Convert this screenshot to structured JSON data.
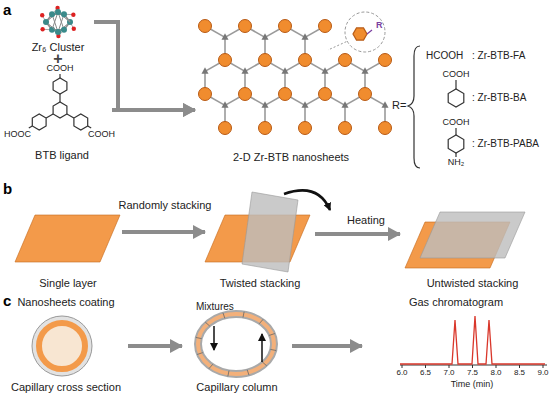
{
  "diagram": {
    "nodes": [
      {
        "text": [
          "Zr₆ Cluster"
        ]
      },
      {
        "text": [
          "BTB ligand"
        ]
      },
      {
        "text": [
          "2-D Zr-BTB nanosheets"
        ]
      },
      {
        "text": [
          "Single layer"
        ]
      },
      {
        "text": [
          "Twisted stacking"
        ]
      },
      {
        "text": [
          "Untwisted stacking"
        ]
      },
      {
        "text": [
          "Nanosheets coating",
          "Capillary cross section"
        ]
      },
      {
        "text": [
          "Capillary column"
        ]
      },
      {
        "text": [
          "Gas chromatogram"
        ]
      }
    ],
    "edges": [
      {
        "from": 0,
        "to": 2,
        "arrow": "to"
      },
      {
        "from": 1,
        "to": 2,
        "arrow": "to"
      },
      {
        "from": 3,
        "to": 4,
        "label": "Randomly stacking",
        "arrow": "to"
      },
      {
        "from": 4,
        "to": 5,
        "label": "Heating",
        "arrow": "to"
      },
      {
        "from": 6,
        "to": 7,
        "arrow": "to"
      },
      {
        "from": 7,
        "to": 8,
        "arrow": "to"
      }
    ],
    "labels": [
      "a",
      "b",
      "c",
      "+",
      "COOH",
      "HOOC",
      "COOH",
      "R",
      "R=",
      "HCOOH",
      ": Zr-BTB-FA",
      "COOH",
      ": Zr-BTB-BA",
      "COOH",
      "NH₂",
      ": Zr-BTB-PABA",
      "Mixtures",
      "6.0",
      "6.5",
      "7.0",
      "7.5",
      "8.0",
      "8.5",
      "9.0",
      "Time (min)"
    ]
  }
}
